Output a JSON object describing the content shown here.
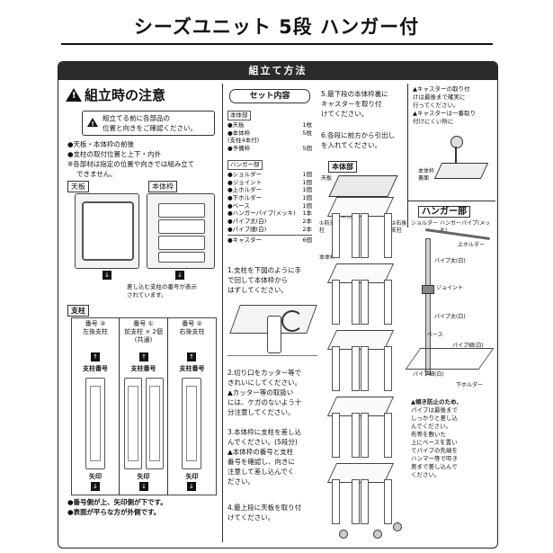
{
  "title": "シーズユニット 5段 ハンガー付",
  "banner": "組立て方法",
  "caution": {
    "heading": "組立時の注意",
    "box_line1": "組立てる前に各部品の",
    "box_line2": "位置と向きをご確認ください。",
    "bullet1": "●天板・本体枠の前後",
    "bullet2": "●支柱の取付位置と上下・内外",
    "bullet3_line1": "※各部材は指定の位置や向きでは組み立て",
    "bullet3_line2": "できません。",
    "tenban": "天板",
    "hontaiwaku": "本体枠",
    "insert_line1": "差し込む支柱の番号が表示",
    "insert_line2": "されています。"
  },
  "posts": {
    "heading": "支柱",
    "col1_l1": "番号 ③",
    "col1_l2": "左後支柱",
    "col2_l1": "番号 ①",
    "col2_l2": "前支柱 × 2個",
    "col2_l3": "(共通)",
    "col3_l1": "番号 ②",
    "col3_l2": "右後支柱",
    "post_number": "支柱番号",
    "arrow_label": "矢印",
    "note1": "●番号側が上、矢印側が下です。",
    "note2": "●表面が平らな方が外側です。"
  },
  "parts": {
    "heading": "セット内容",
    "sec_body": "本体部",
    "items_body": [
      {
        "name": "●天板",
        "qty": "1枚"
      },
      {
        "name": "●本体枠",
        "qty": "5枚"
      },
      {
        "name": "(支柱4本付)",
        "qty": ""
      },
      {
        "name": "●予備枠",
        "qty": "5個"
      }
    ],
    "sec_hanger": "ハンガー部",
    "items_hanger": [
      {
        "name": "●ショルダー",
        "qty": "1個"
      },
      {
        "name": "●ジョイント",
        "qty": "1個"
      },
      {
        "name": "●上ホルダー",
        "qty": "1個"
      },
      {
        "name": "●下ホルダー",
        "qty": "1個"
      },
      {
        "name": "●ベース",
        "qty": "1個"
      },
      {
        "name": "●ハンガーパイプ(メッキ)",
        "qty": "1本"
      },
      {
        "name": "●パイプ太(白)",
        "qty": "2本"
      },
      {
        "name": "●パイプ細(白)",
        "qty": "2本"
      }
    ],
    "caster": {
      "name": "●キャスター",
      "qty": "6個"
    }
  },
  "steps": {
    "s1_l1": "1.支柱を下図のように手",
    "s1_l2": "で回して本体枠から",
    "s1_l3": "はずしてください。",
    "s2_l1": "2.切り口をカッター等で",
    "s2_l2": "きれいにしてください。",
    "s2_l3": "▲カッター等の取扱い",
    "s2_l4": "には、ケガのないよう十",
    "s2_l5": "分注意してください。",
    "s3_l1": "3.本体枠に支柱を差し込",
    "s3_l2": "んでください。(5段分)",
    "s3_l3": "▲本体枠の番号と支柱",
    "s3_l4": "番号を確認し、向きに",
    "s3_l5": "注意して差し込んでく",
    "s3_l6": "ださい。",
    "s4_l1": "4.最上段に天板を取り付",
    "s4_l2": "けてください。",
    "s5_l1": "5.最下段の本体枠裏に",
    "s5_l2": "キャスターを取り付",
    "s5_l3": "けてください。",
    "s6_l1": "6.各段に前方から引出し",
    "s6_l2": "を入れてください。"
  },
  "assembly": {
    "heading": "本体部",
    "tenban": "天板",
    "front_post": "①前支柱",
    "left_post": "③左後支柱",
    "right_post": "②右後支柱",
    "hontaiwaku": "本体枠"
  },
  "caster_note": {
    "l1": "▲キャスターの取り付",
    "l2": "けは最後まで確実に",
    "l3": "行ってください。",
    "l4": "▲キャスターは一番取り",
    "l5": "付けにくい所に",
    "base_l1": "本体枠",
    "base_l2": "裏面"
  },
  "hanger": {
    "heading": "ハンガー部",
    "shoulder": "ショルダー",
    "hanger_pipe": "ハンガーパイプ(メッキ)",
    "upper_holder": "上ホルダー",
    "pipe_thick1": "パイプ太(白)",
    "joint": "ジョイント",
    "pipe_thick2": "パイプ太(白)",
    "base": "ベース",
    "pipe_thin1": "パイプ細(白)",
    "pipe_thin2": "パイプ細(白)",
    "lower_holder": "下ホルダー",
    "note_l1": "▲傾き防止のため、",
    "note_l2": "パイプは最後まで",
    "note_l3": "しっかりと差し込",
    "note_l4": "んでください。",
    "note_l5": "布等を敷いた",
    "note_l6": "上にベースを置い",
    "note_l7": "てパイプの先端を",
    "note_l8": "ハンマー等で叩き",
    "note_l9": "奥まで差し込んで",
    "note_l10": "ください。"
  }
}
